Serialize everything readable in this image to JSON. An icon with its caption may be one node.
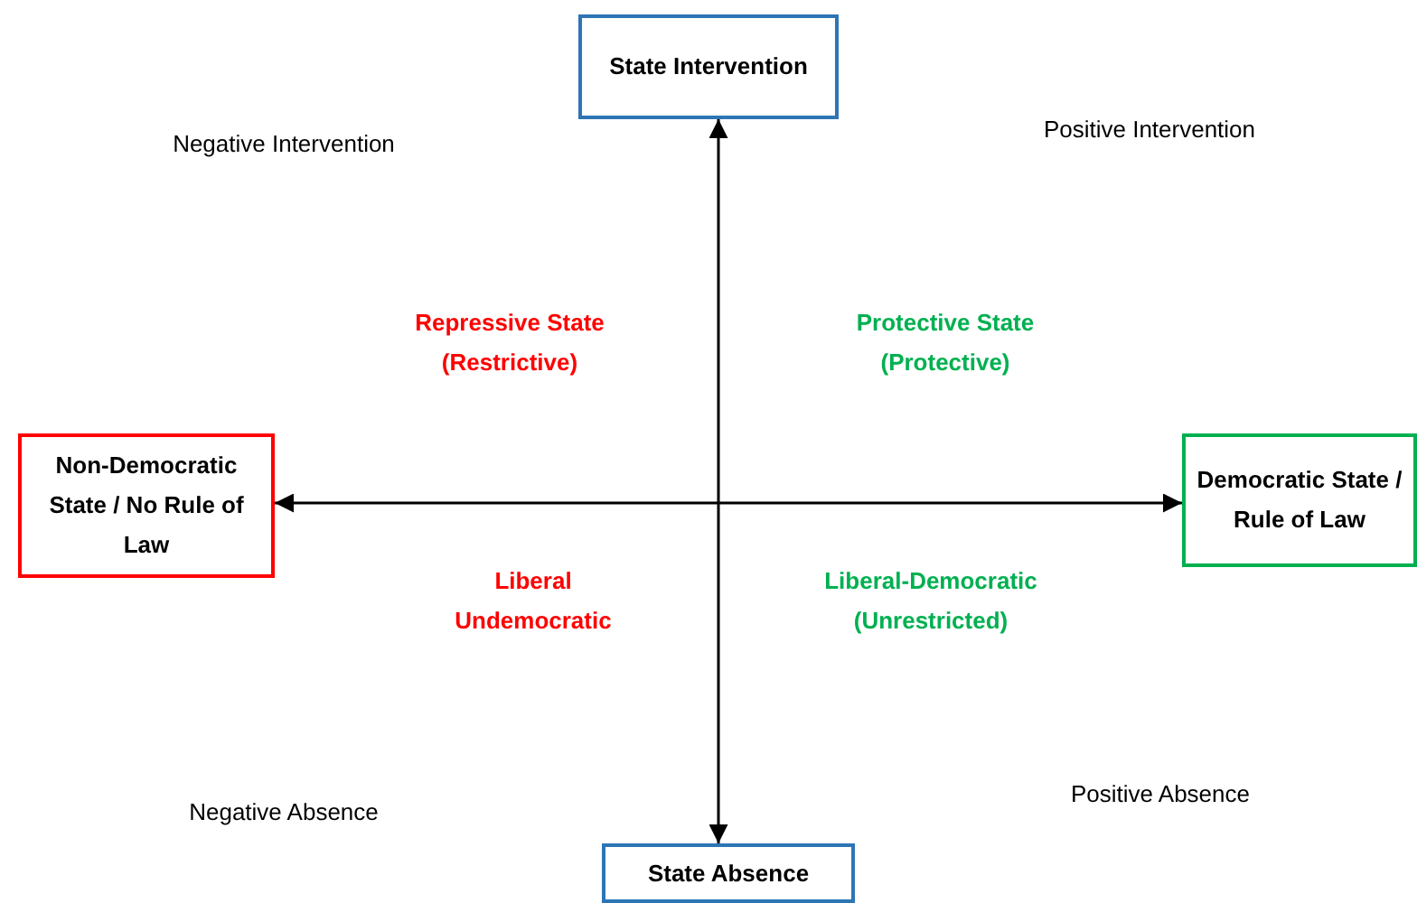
{
  "diagram": {
    "nodes": [
      {
        "text": [
          "State Intervention"
        ]
      },
      {
        "text": [
          "Non-Democratic State / No Rule of Law"
        ]
      },
      {
        "text": [
          "Democratic State / Rule of Law"
        ]
      },
      {
        "text": [
          "State Absence"
        ]
      }
    ],
    "edges": [
      {
        "from": 0,
        "to": 3,
        "arrow": "both"
      },
      {
        "from": 1,
        "to": 2,
        "arrow": "both"
      }
    ],
    "labels": [
      "Negative Intervention",
      "Positive Intervention",
      "Repressive State (Restrictive)",
      "Protective State (Protective)",
      "Liberal Undemocratic",
      "Liberal-Democratic (Unrestricted)",
      "Negative Absence",
      "Positive Absence"
    ]
  }
}
